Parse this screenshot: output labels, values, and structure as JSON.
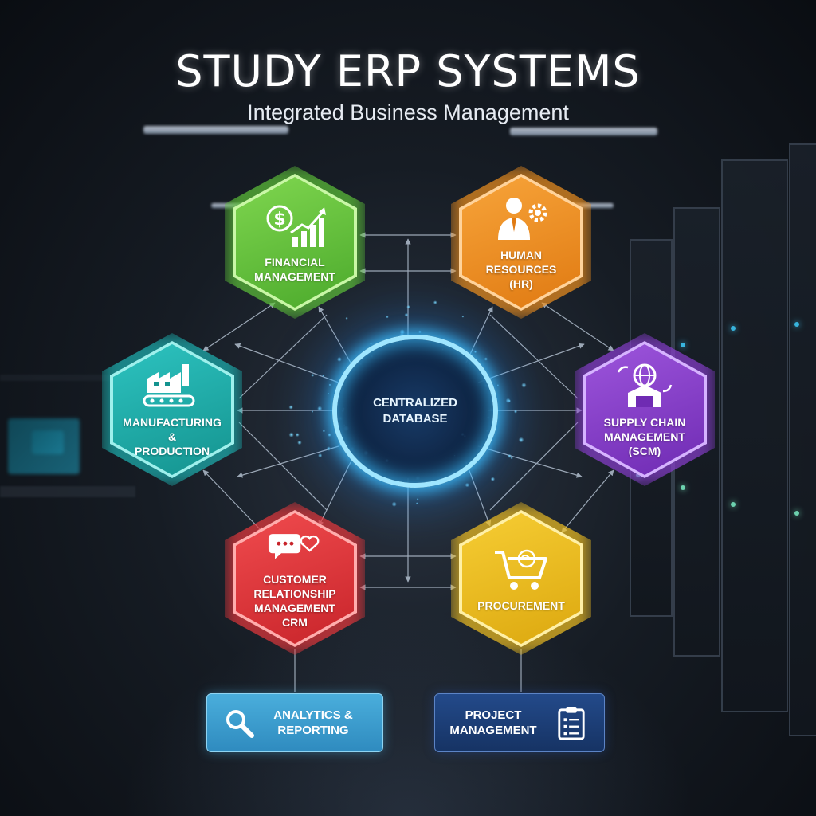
{
  "header": {
    "title": "STUDY ERP SYSTEMS",
    "subtitle": "Integrated Business Management"
  },
  "hub": {
    "label": "CENTRALIZED\nDATABASE",
    "color": "#3fc3ff"
  },
  "modules": {
    "financial": {
      "label": "FINANCIAL\nMANAGEMENT",
      "color": "#5fc43a",
      "icon": "dollar-growth-chart-icon"
    },
    "hr": {
      "label": "HUMAN\nRESOURCES\n(HR)",
      "color": "#f0901e",
      "icon": "person-gear-icon"
    },
    "manufacturing": {
      "label": "MANUFACTURING &\nPRODUCTION",
      "color": "#1eb3b3",
      "icon": "factory-conveyor-icon"
    },
    "scm": {
      "label": "SUPPLY CHAIN\nMANAGEMENT\n(SCM)",
      "color": "#8a3fd0",
      "icon": "globe-warehouse-icon"
    },
    "crm": {
      "label": "CUSTOMER\nRELATIONSHIP\nMANAGEMENT\nCRM",
      "color": "#e8383c",
      "icon": "chat-heart-icon"
    },
    "procurement": {
      "label": "PROCUREMENT",
      "color": "#f2c022",
      "icon": "shopping-cart-globe-icon"
    }
  },
  "cards": {
    "analytics": {
      "label": "ANALYTICS &\nREPORTING",
      "color": "#3a9ccf",
      "icon": "magnifier-icon"
    },
    "project": {
      "label": "PROJECT\nMANAGEMENT",
      "color": "#1c3f78",
      "icon": "clipboard-checklist-icon"
    }
  }
}
